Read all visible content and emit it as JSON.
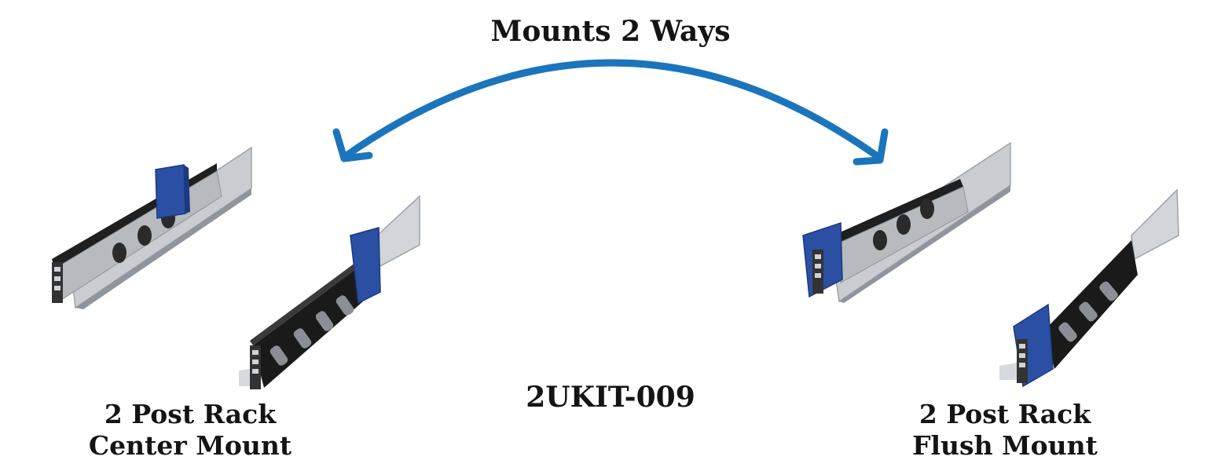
{
  "title": "Mounts 2 Ways",
  "model": "2UKIT-009",
  "left_option": {
    "line1": "2 Post Rack",
    "line2": "Center Mount"
  },
  "right_option": {
    "line1": "2 Post Rack",
    "line2": "Flush Mount"
  },
  "colors": {
    "arrow": "#1b75bc",
    "bracket_blue": "#2b4fa3",
    "rail_black": "#1a1a1a",
    "rail_silver": "#c9ccd0"
  },
  "icons": [
    "double-headed-arc-arrow",
    "rack-rail-center-mount-image",
    "rack-rail-flush-mount-image"
  ]
}
